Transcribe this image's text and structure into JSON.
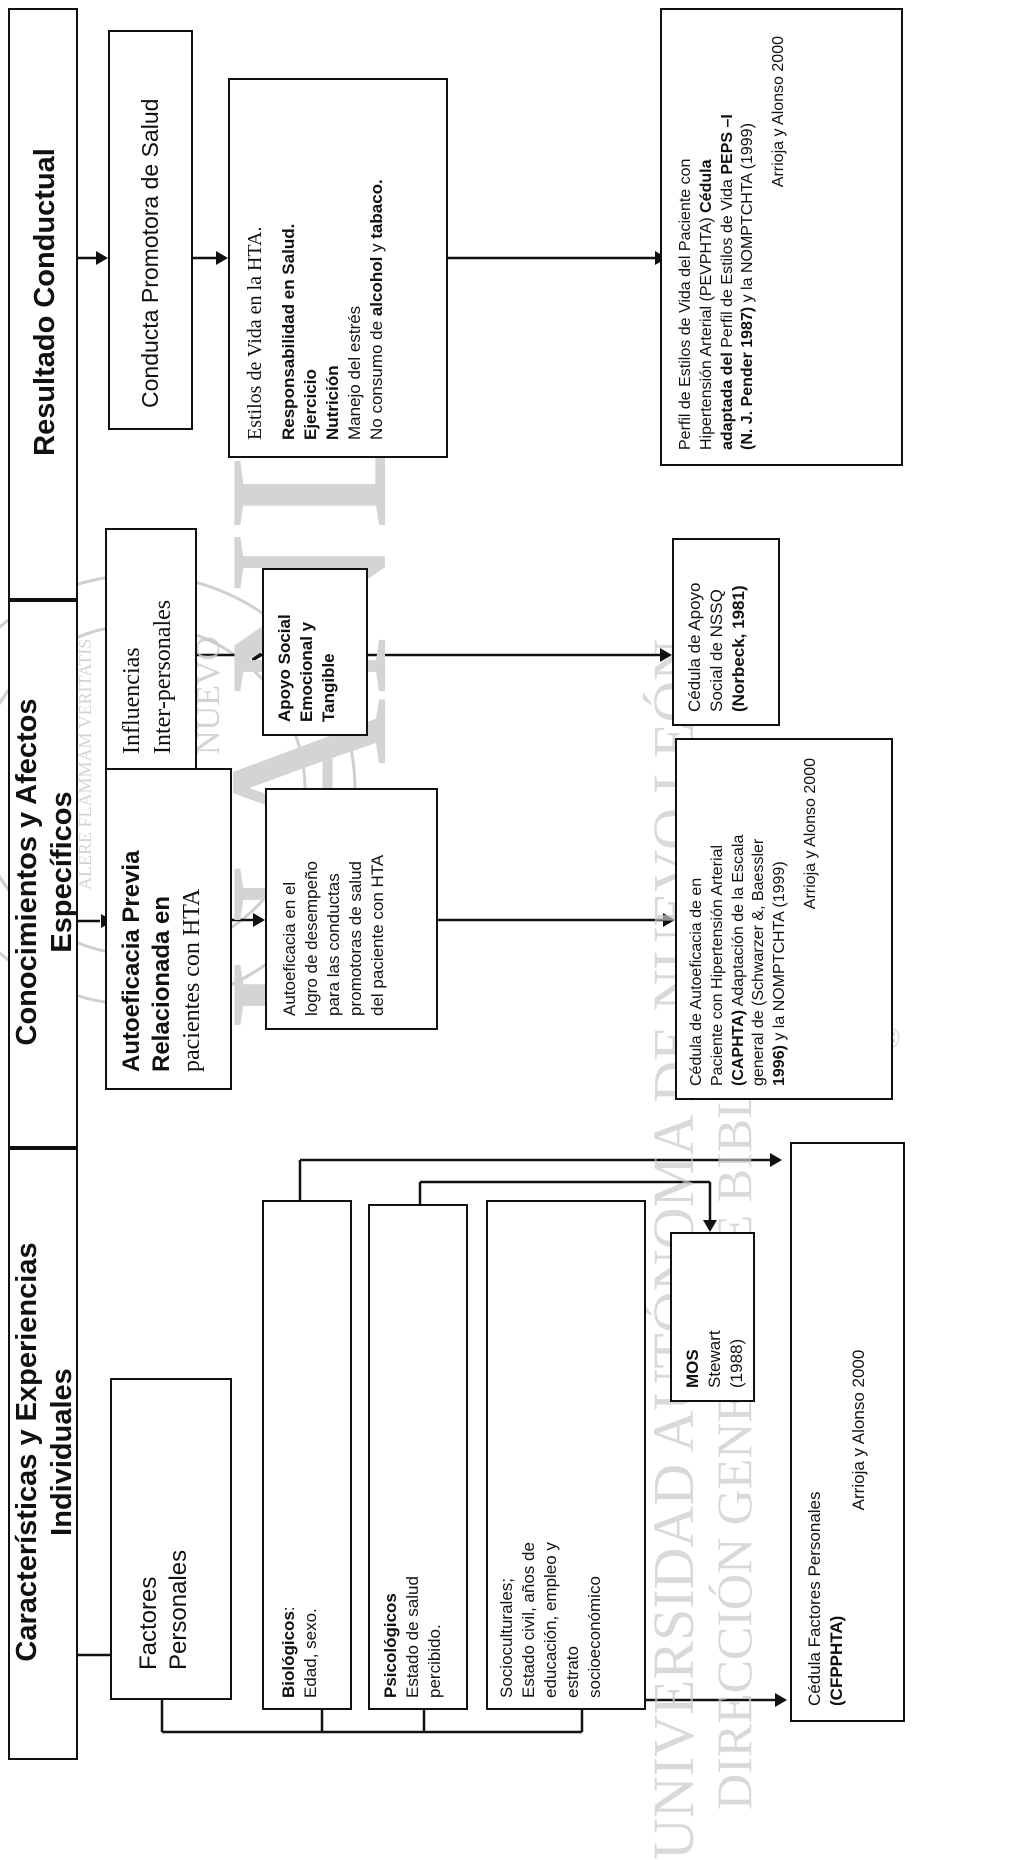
{
  "watermark": {
    "seal_letters": "UANL",
    "university_line": "UNIVERSIDAD AUTÓNOMA DE NUEVO LEÓN",
    "library_line": "DIRECCIÓN GENERAL DE BIBLIOTECAS",
    "seal_text_top": "AUTONOMA",
    "seal_text_motto": "ALERE FLAMMAM VERITATIS",
    "seal_text_side": "NUEVO",
    "registered_mark": "®"
  },
  "headers": {
    "individual": [
      "Características y Experiencias",
      "Individuales"
    ],
    "knowledge": [
      "Conocimientos y Afectos",
      "Específicos"
    ],
    "behavior": "Resultado Conductual"
  },
  "personal_factors": {
    "title": [
      "Factores",
      "Personales"
    ],
    "biological": {
      "label": "Biológicos",
      "text": "Edad, sexo."
    },
    "psychological": {
      "label": "Psicológicos",
      "lines": [
        "Estado de salud",
        "percibido."
      ]
    },
    "sociocultural": {
      "lines": [
        "Socioculturales;",
        "Estado civil, años de",
        "educación,  empleo y",
        "estrato",
        "socioeconómico"
      ]
    }
  },
  "mos": {
    "lines": [
      "MOS",
      "Stewart",
      "(1988)"
    ]
  },
  "personal_instrument": {
    "lines": [
      "Cédula Factores Personales",
      "(CFPPHTA)",
      "Arrioja y Alonso 2000"
    ]
  },
  "self_efficacy": {
    "concept": [
      "Autoeficacia Previa",
      "Relacionada en",
      "pacientes con HTA"
    ],
    "variable": [
      "Autoeficacia en el",
      "logro de desempeño",
      "para las conductas",
      "promotoras de salud",
      "del paciente con HTA"
    ],
    "instrument": {
      "l1": "Cédula de Autoeficacia de en",
      "l2": "Paciente con Hipertensión Arterial",
      "l3a": "(CAPHTA)",
      "l3b": " Adaptación de la Escala",
      "l4": "general de (Schwarzer &, Baessler",
      "l5a": "1996)",
      "l5b": " y la NOMPTCHTA (1999)",
      "l6": "Arrioja y Alonso 2000"
    }
  },
  "interpersonal": {
    "concept": [
      "Influencias",
      "Inter-personales"
    ],
    "variable": [
      "Apoyo Social",
      "Emocional y",
      "Tangible"
    ],
    "instrument": {
      "l1": "Cédula de Apoyo",
      "l2": "Social de NSSQ",
      "l3": "(Norbeck, 1981)"
    }
  },
  "behavior": {
    "concept": "Conducta Promotora de Salud",
    "lifestyle": {
      "title": "Estilos de Vida en la HTA.",
      "responsibility": "Responsabilidad en Salud.",
      "exercise": "Ejercicio",
      "nutrition": "Nutrición",
      "stress": "Manejo del estrés",
      "substance_a": "No consumo de ",
      "substance_b": "alcohol",
      "substance_c": " y ",
      "substance_d": "tabaco."
    },
    "instrument": {
      "l1": "Perfil de Estilos de Vida del Paciente con",
      "l2a": "Hipertensión Arterial (PEVPHTA) ",
      "l2b": "Cédula",
      "l3a": "adaptada del",
      "l3b": "  Perfil de Estilos de Vida  ",
      "l3c": "PEPS –I",
      "l4a": "(N. J. Pender 1987)",
      "l4b": " y la NOMPTCHTA (1999)",
      "l5": "Arrioja y Alonso 2000"
    }
  }
}
